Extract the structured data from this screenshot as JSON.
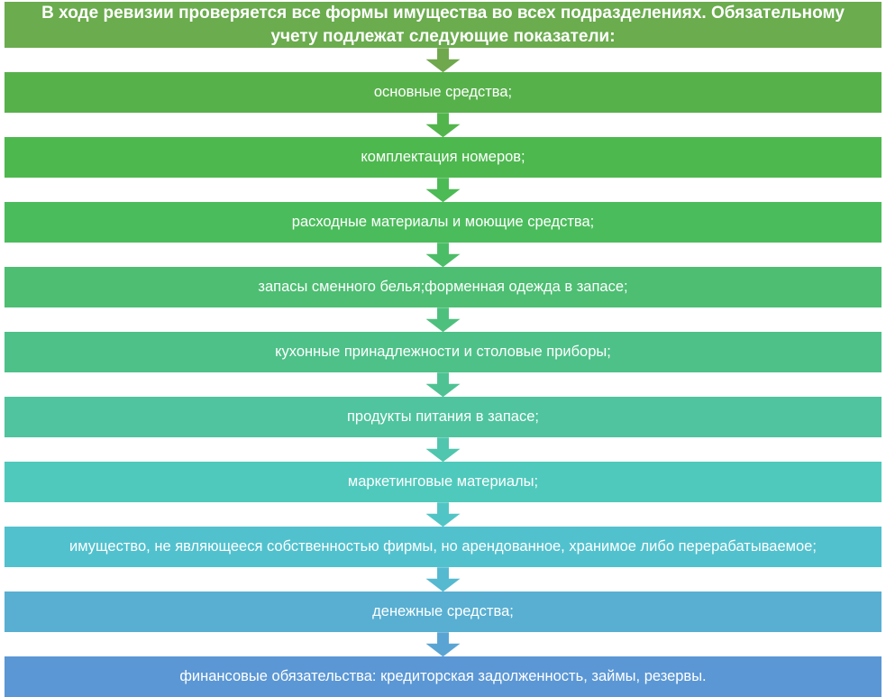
{
  "header": {
    "text": "В ходе ревизии проверяется все формы имущества во всех подразделениях. Обязательному учету подлежат следующие показатели:",
    "bg": "#6BAC4E"
  },
  "items": [
    {
      "label": "основные средства;",
      "bg": "#57B14B",
      "arrow_color": "#70A84D"
    },
    {
      "label": "комплектация номеров;",
      "bg": "#4DB84E",
      "arrow_color": "#52B54C"
    },
    {
      "label": "расходные материалы и моющие средства;",
      "bg": "#4BBC5C",
      "arrow_color": "#4CBA55"
    },
    {
      "label": "запасы сменного белья;форменная одежда в запасе;",
      "bg": "#4DBE72",
      "arrow_color": "#4CBD67"
    },
    {
      "label": "кухонные принадлежности и столовые приборы;",
      "bg": "#4EC188",
      "arrow_color": "#4EC07D"
    },
    {
      "label": "продукты питания в запасе;",
      "bg": "#4FC49E",
      "arrow_color": "#4EC293"
    },
    {
      "label": "маркетинговые материалы;",
      "bg": "#4FC9BC",
      "arrow_color": "#4FC6AD"
    },
    {
      "label": "имущество, не являющееся собственностью фирмы, но арендованное, хранимое либо перерабатываемое;",
      "bg": "#52C1CE",
      "arrow_color": "#51C5C5"
    },
    {
      "label": "денежные средства;",
      "bg": "#58AFD2",
      "arrow_color": "#55B9D0"
    },
    {
      "label": "финансовые обязательства: кредиторская задолженность, займы, резервы.",
      "bg": "#5B97D5",
      "arrow_color": "#5AA4D4"
    }
  ],
  "colors": {
    "text": "#FFFFFF",
    "background": "#FFFFFF"
  }
}
